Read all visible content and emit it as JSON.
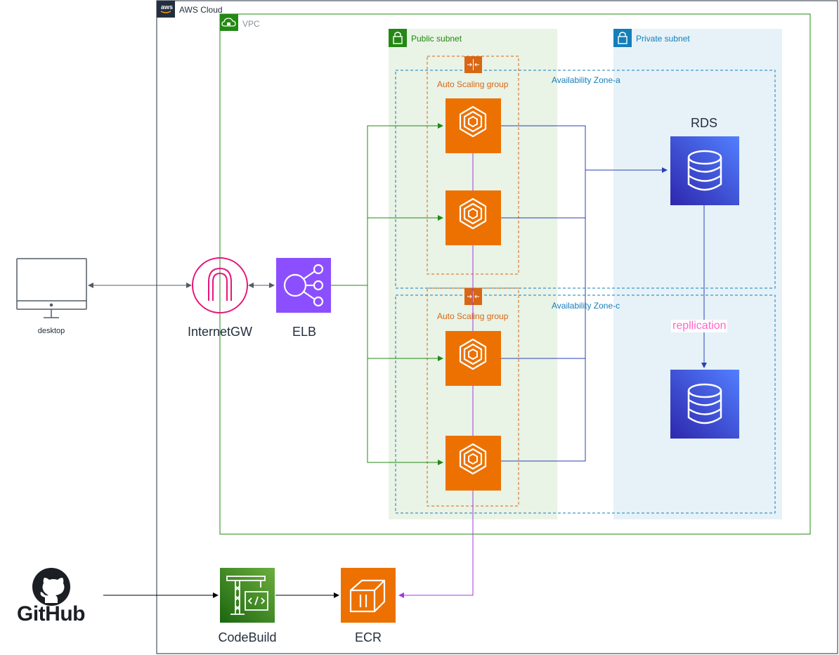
{
  "groups": {
    "aws_cloud": "AWS Cloud",
    "vpc": "VPC",
    "public_subnet": "Public subnet",
    "private_subnet": "Private subnet",
    "az_a": "Availability Zone-a",
    "az_c": "Availability Zone-c",
    "asg_a": "Auto Scaling group",
    "asg_c": "Auto Scaling group"
  },
  "nodes": {
    "desktop": "desktop",
    "internet_gw": "InternetGW",
    "elb": "ELB",
    "rds": "RDS",
    "codebuild": "CodeBuild",
    "ecr": "ECR",
    "github": "GitHub"
  },
  "edges": {
    "replication": "repllication"
  },
  "colors": {
    "compute_orange": "#ed7100",
    "elb_purple": "#8c4fff",
    "rds_blue": "#3b48cc",
    "codebuild_green": "#2ea418",
    "igw_pink": "#e7157b",
    "public_green": "#248814",
    "private_blue": "#147eba"
  }
}
